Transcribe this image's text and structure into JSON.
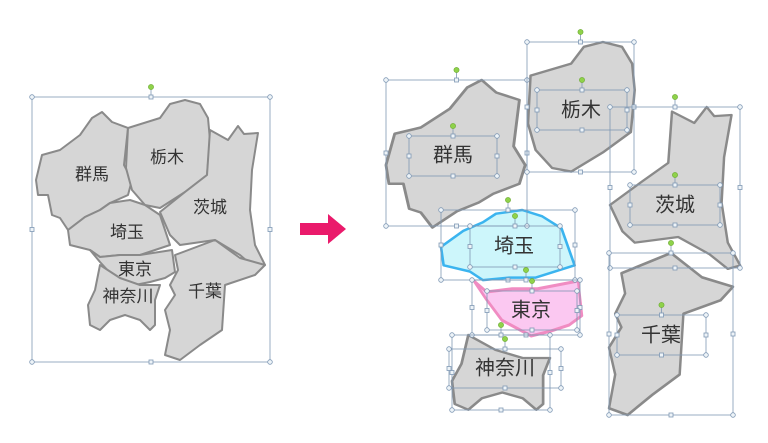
{
  "left_map": {
    "labels": {
      "gunma": "群馬",
      "tochigi": "栃木",
      "ibaraki": "茨城",
      "saitama": "埼玉",
      "tokyo": "東京",
      "kanagawa": "神奈川",
      "chiba": "千葉"
    },
    "fill": "#d6d6d6"
  },
  "arrow": {
    "color": "#ea1a6b",
    "icon": "right-arrow-icon"
  },
  "right_pieces": {
    "gunma": {
      "label": "群馬",
      "fill": "#d6d6d6"
    },
    "tochigi": {
      "label": "栃木",
      "fill": "#d6d6d6"
    },
    "ibaraki": {
      "label": "茨城",
      "fill": "#d6d6d6"
    },
    "saitama": {
      "label": "埼玉",
      "fill": "#cdf6fb",
      "stroke": "#3bb4ef"
    },
    "tokyo": {
      "label": "東京",
      "fill": "#fbc8f1",
      "stroke": "#f08cc2"
    },
    "kanagawa": {
      "label": "神奈川",
      "fill": "#d6d6d6"
    },
    "chiba": {
      "label": "千葉",
      "fill": "#d6d6d6"
    }
  }
}
